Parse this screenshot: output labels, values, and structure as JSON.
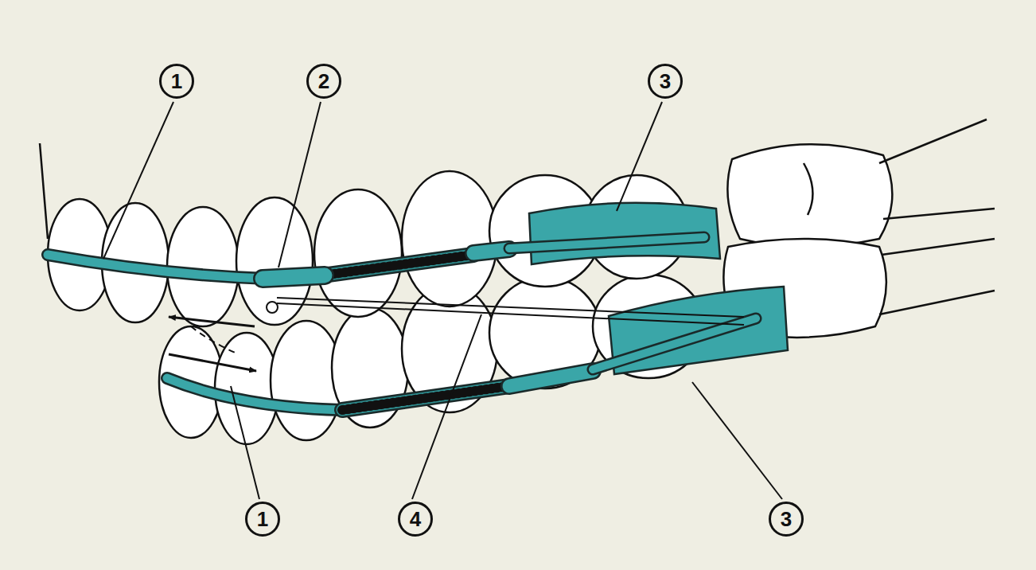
{
  "diagram": {
    "labels": [
      "1",
      "2",
      "3",
      "1",
      "4",
      "3"
    ]
  }
}
